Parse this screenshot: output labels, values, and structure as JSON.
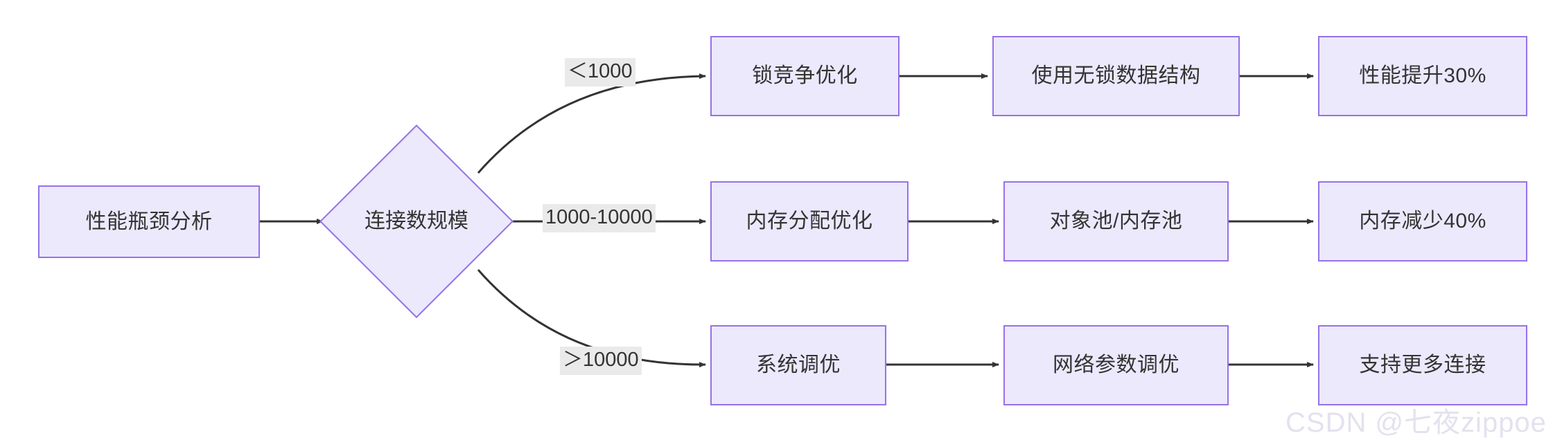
{
  "diagram": {
    "type": "flowchart",
    "direction": "left-to-right",
    "theme": {
      "node_fill": "#ece9fd",
      "node_border": "#9771e8",
      "text_color": "#333333",
      "edge_color": "#333333",
      "edge_label_bg": "#eaeaea",
      "background": "#ffffff"
    },
    "nodes": {
      "start": {
        "label": "性能瓶颈分析",
        "shape": "rect"
      },
      "decision": {
        "label": "连接数规模",
        "shape": "diamond"
      },
      "row1": [
        {
          "label": "锁竞争优化",
          "shape": "rect"
        },
        {
          "label": "使用无锁数据结构",
          "shape": "rect"
        },
        {
          "label": "性能提升30%",
          "shape": "rect"
        }
      ],
      "row2": [
        {
          "label": "内存分配优化",
          "shape": "rect"
        },
        {
          "label": "对象池/内存池",
          "shape": "rect"
        },
        {
          "label": "内存减少40%",
          "shape": "rect"
        }
      ],
      "row3": [
        {
          "label": "系统调优",
          "shape": "rect"
        },
        {
          "label": "网络参数调优",
          "shape": "rect"
        },
        {
          "label": "支持更多连接",
          "shape": "rect"
        }
      ]
    },
    "edge_labels": {
      "branch_top": "＜1000",
      "branch_middle": "1000-10000",
      "branch_bottom": "＞10000"
    }
  },
  "watermark": {
    "text": "CSDN @七夜zippoe"
  }
}
